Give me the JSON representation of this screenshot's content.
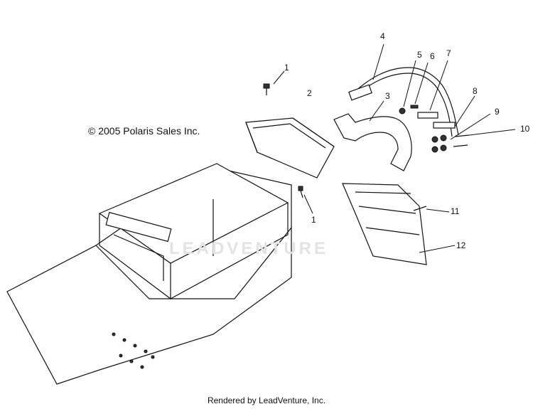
{
  "copyright": "© 2005 Polaris Sales Inc.",
  "footer": "Rendered by LeadVenture, Inc.",
  "watermark": "LEADVENTURE",
  "callouts": [
    "1",
    "2",
    "3",
    "4",
    "5",
    "6",
    "7",
    "8",
    "9",
    "10",
    "1",
    "11",
    "12"
  ]
}
